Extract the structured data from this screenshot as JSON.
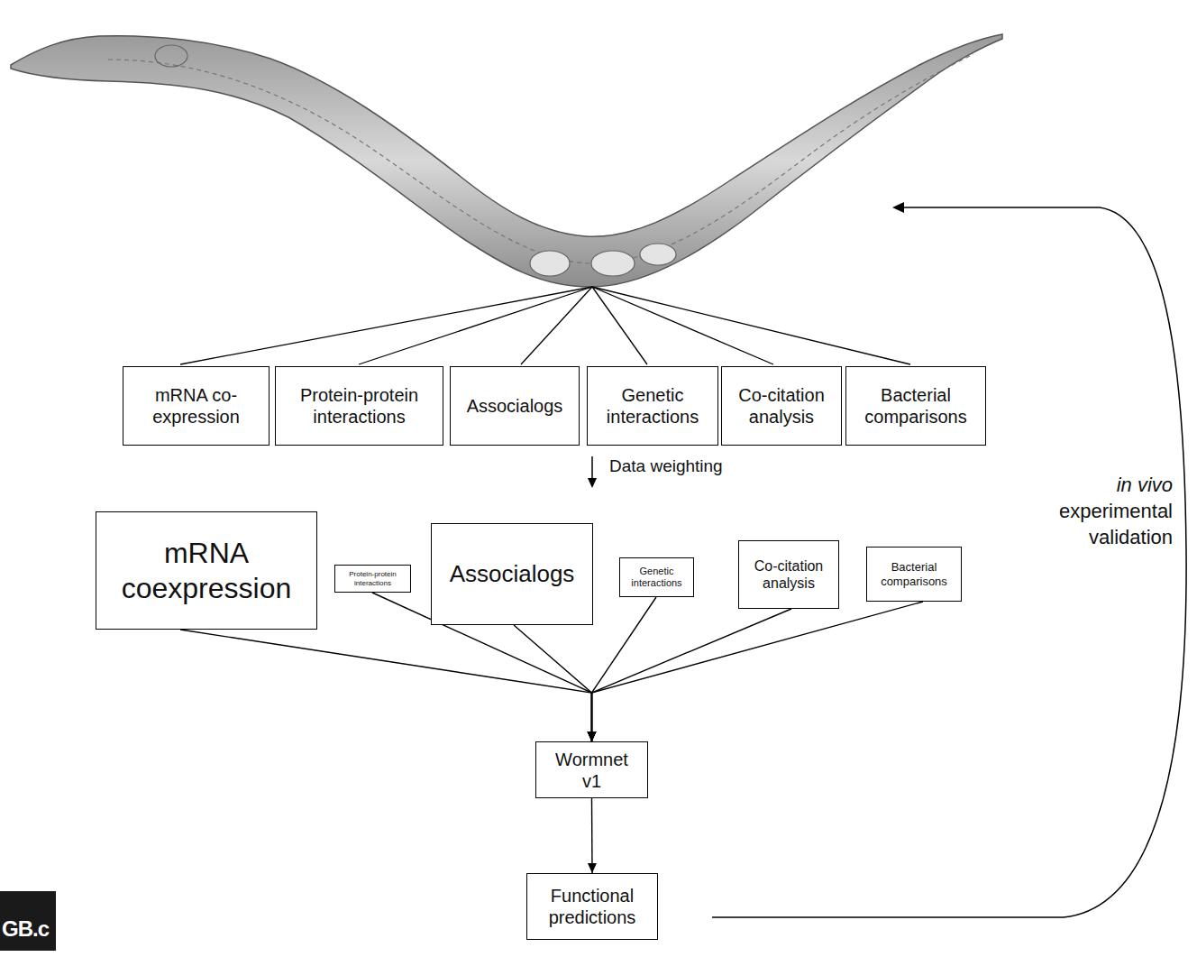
{
  "diagram": {
    "nodes": [
      {
        "text": [
          "mRNA co-expression"
        ]
      },
      {
        "text": [
          "Protein-protein interactions"
        ]
      },
      {
        "text": [
          "Associalogs"
        ]
      },
      {
        "text": [
          "Genetic interactions"
        ]
      },
      {
        "text": [
          "Co-citation analysis"
        ]
      },
      {
        "text": [
          "Bacterial comparisons"
        ]
      },
      {
        "text": [
          "mRNA coexpression"
        ]
      },
      {
        "text": [
          "Protein-protein interactions"
        ]
      },
      {
        "text": [
          "Associalogs"
        ]
      },
      {
        "text": [
          "Genetic interactions"
        ]
      },
      {
        "text": [
          "Co-citation analysis"
        ]
      },
      {
        "text": [
          "Bacterial comparisons"
        ]
      },
      {
        "text": [
          "Wormnet v1"
        ]
      },
      {
        "text": [
          "Functional predictions"
        ]
      }
    ],
    "edges": [
      {
        "from": 6,
        "to": 12,
        "arrow": "to"
      },
      {
        "from": 7,
        "to": 12,
        "arrow": "to"
      },
      {
        "from": 8,
        "to": 12,
        "arrow": "to"
      },
      {
        "from": 9,
        "to": 12,
        "arrow": "to"
      },
      {
        "from": 10,
        "to": 12,
        "arrow": "to"
      },
      {
        "from": 11,
        "to": 12,
        "arrow": "to"
      },
      {
        "from": 12,
        "to": 13,
        "arrow": "to"
      }
    ],
    "labels": [
      "Data weighting",
      "in vivo",
      "experimental validation",
      "GB.c"
    ]
  }
}
